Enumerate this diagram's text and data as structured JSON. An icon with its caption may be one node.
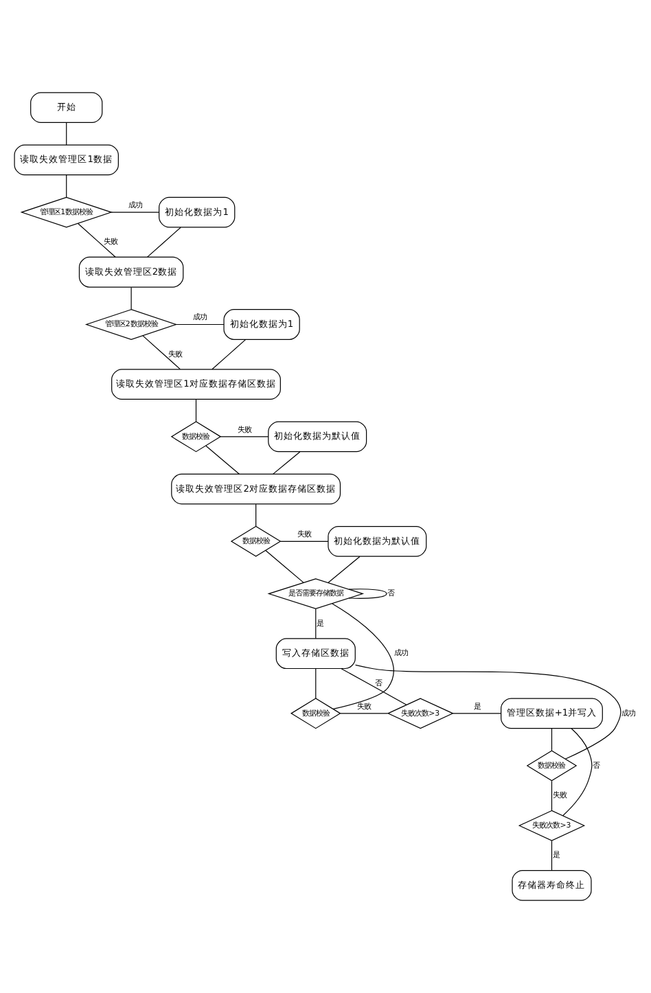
{
  "diagram": {
    "nodes": [
      {
        "text": [
          "开始"
        ]
      },
      {
        "text": [
          "读取失效管理区1数据"
        ]
      },
      {
        "text": [
          "管理区1数据校验"
        ]
      },
      {
        "text": [
          "初始化数据为1"
        ]
      },
      {
        "text": [
          "读取失效管理区2数据"
        ]
      },
      {
        "text": [
          "管理区2数据校验"
        ]
      },
      {
        "text": [
          "初始化数据为1"
        ]
      },
      {
        "text": [
          "读取失效管理区1对应数据存储区数据"
        ]
      },
      {
        "text": [
          "数据校验"
        ]
      },
      {
        "text": [
          "初始化数据为默认值"
        ]
      },
      {
        "text": [
          "读取失效管理区2对应数据存储区数据"
        ]
      },
      {
        "text": [
          "数据校验"
        ]
      },
      {
        "text": [
          "初始化数据为默认值"
        ]
      },
      {
        "text": [
          "是否需要存储数据"
        ]
      },
      {
        "text": [
          "写入存储区数据"
        ]
      },
      {
        "text": [
          "数据校验"
        ]
      },
      {
        "text": [
          "失败次数>3"
        ]
      },
      {
        "text": [
          "管理区数据+1并写入"
        ]
      },
      {
        "text": [
          "数据校验"
        ]
      },
      {
        "text": [
          "失败次数>3"
        ]
      },
      {
        "text": [
          "存储器寿命终止"
        ]
      }
    ],
    "edges": [
      {
        "from": 0,
        "to": 1,
        "arrow": "none"
      },
      {
        "from": 1,
        "to": 2,
        "arrow": "none"
      },
      {
        "from": 2,
        "to": 3,
        "label": "成功",
        "arrow": "none"
      },
      {
        "from": 2,
        "to": 4,
        "label": "失败",
        "arrow": "none"
      },
      {
        "from": 3,
        "to": 4,
        "arrow": "none"
      },
      {
        "from": 4,
        "to": 5,
        "arrow": "none"
      },
      {
        "from": 5,
        "to": 6,
        "label": "成功",
        "arrow": "none"
      },
      {
        "from": 5,
        "to": 7,
        "label": "失败",
        "arrow": "none"
      },
      {
        "from": 6,
        "to": 7,
        "arrow": "none"
      },
      {
        "from": 7,
        "to": 8,
        "arrow": "none"
      },
      {
        "from": 8,
        "to": 9,
        "label": "失败",
        "arrow": "none"
      },
      {
        "from": 8,
        "to": 10,
        "arrow": "none"
      },
      {
        "from": 9,
        "to": 10,
        "arrow": "none"
      },
      {
        "from": 10,
        "to": 11,
        "arrow": "none"
      },
      {
        "from": 11,
        "to": 12,
        "label": "失败",
        "arrow": "none"
      },
      {
        "from": 11,
        "to": 13,
        "arrow": "none"
      },
      {
        "from": 12,
        "to": 13,
        "arrow": "none"
      },
      {
        "from": 13,
        "to": 13,
        "label": "否",
        "arrow": "none"
      },
      {
        "from": 13,
        "to": 14,
        "label": "是",
        "arrow": "none"
      },
      {
        "from": 14,
        "to": 15,
        "arrow": "none"
      },
      {
        "from": 15,
        "to": 13,
        "label": "成功",
        "arrow": "none"
      },
      {
        "from": 15,
        "to": 16,
        "label": "失败",
        "arrow": "none"
      },
      {
        "from": 16,
        "to": 14,
        "label": "否",
        "arrow": "none"
      },
      {
        "from": 16,
        "to": 17,
        "label": "是",
        "arrow": "none"
      },
      {
        "from": 17,
        "to": 18,
        "arrow": "none"
      },
      {
        "from": 18,
        "to": 14,
        "label": "成功",
        "arrow": "none"
      },
      {
        "from": 18,
        "to": 19,
        "label": "失败",
        "arrow": "none"
      },
      {
        "from": 19,
        "to": 17,
        "label": "否",
        "arrow": "none"
      },
      {
        "from": 19,
        "to": 20,
        "label": "是",
        "arrow": "none"
      }
    ]
  }
}
